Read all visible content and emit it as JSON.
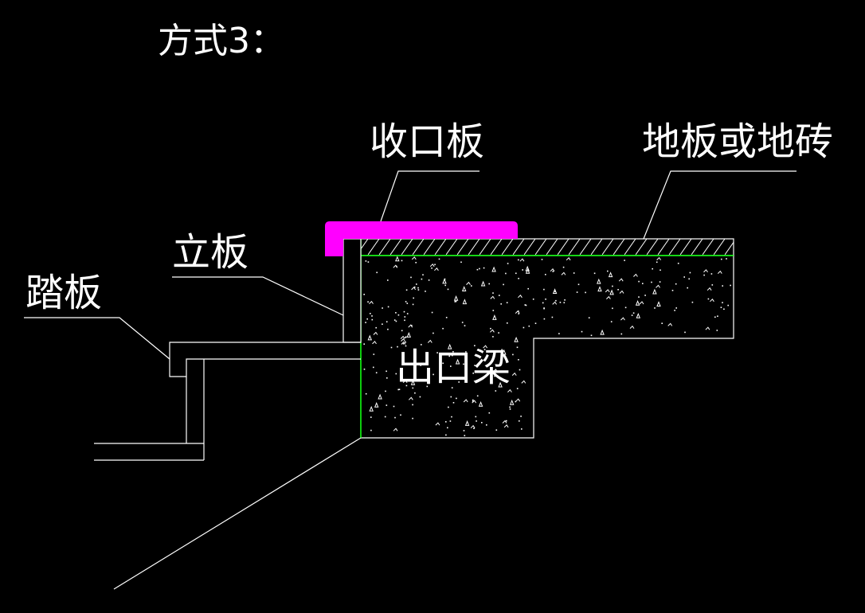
{
  "title": "方式3：",
  "labels": {
    "trim_board": "收口板",
    "floor_tile": "地板或地砖",
    "riser": "立板",
    "tread": "踏板",
    "exit_beam": "出口梁"
  },
  "colors": {
    "background": "#000000",
    "line": "#ffffff",
    "trim_board": "#ff00ff",
    "concrete_edge": "#00ff00"
  }
}
